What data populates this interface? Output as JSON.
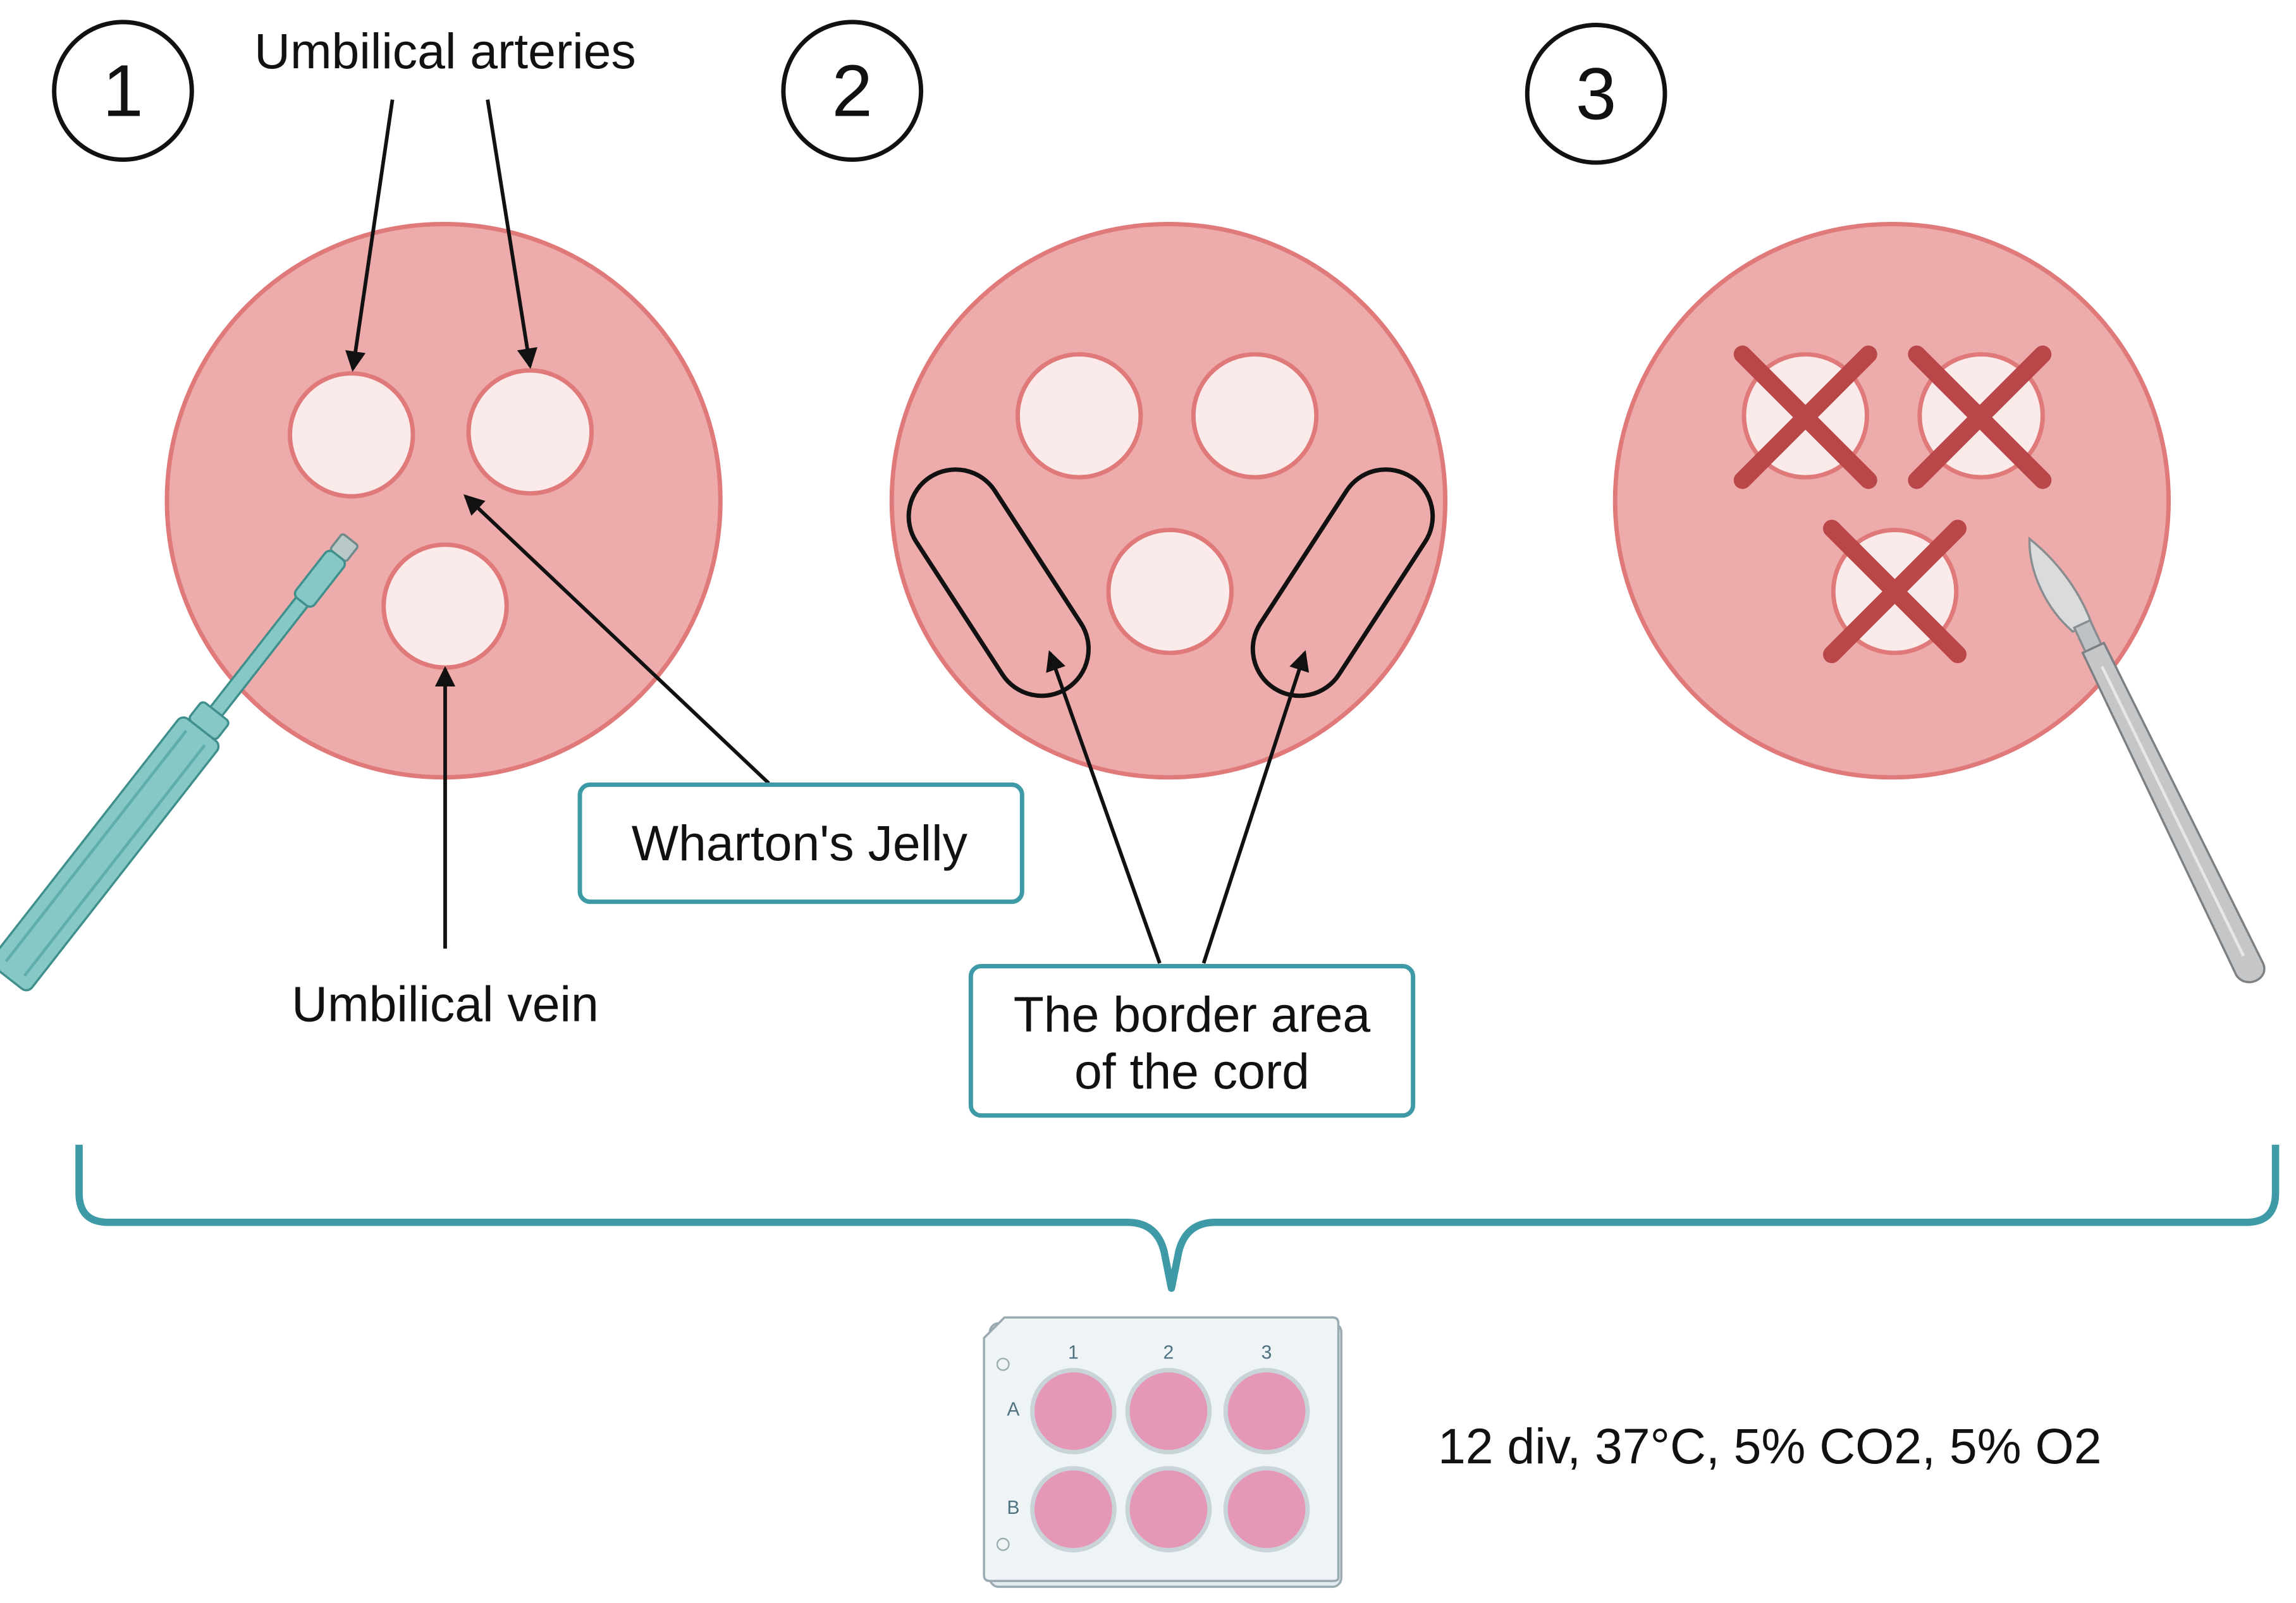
{
  "steps": [
    {
      "number": "1"
    },
    {
      "number": "2"
    },
    {
      "number": "3"
    }
  ],
  "labels": {
    "umbilical_arteries": "Umbilical arteries",
    "umbilical_vein": "Umbilical vein",
    "whartons_jelly": "Wharton's Jelly",
    "border_area_line1": "The border area",
    "border_area_line2": "of the cord",
    "conditions": "12 div, 37°C, 5% CO2, 5% O2"
  },
  "plate": {
    "columns": [
      "1",
      "2",
      "3"
    ],
    "rows": [
      "A",
      "B"
    ]
  },
  "colors": {
    "tissue": "#edabab",
    "tissue_edge": "#e07979",
    "vessel": "#fbeaea",
    "cross": "#b94648",
    "teal": "#3d9aa6",
    "well": "#e597b8",
    "instrument_teal": "#86c8c6",
    "scalpel": "#c4c6c8"
  },
  "icons": [
    "biopsy-punch-icon",
    "scalpel-icon",
    "six-well-plate-icon",
    "cross-mark-icon"
  ]
}
